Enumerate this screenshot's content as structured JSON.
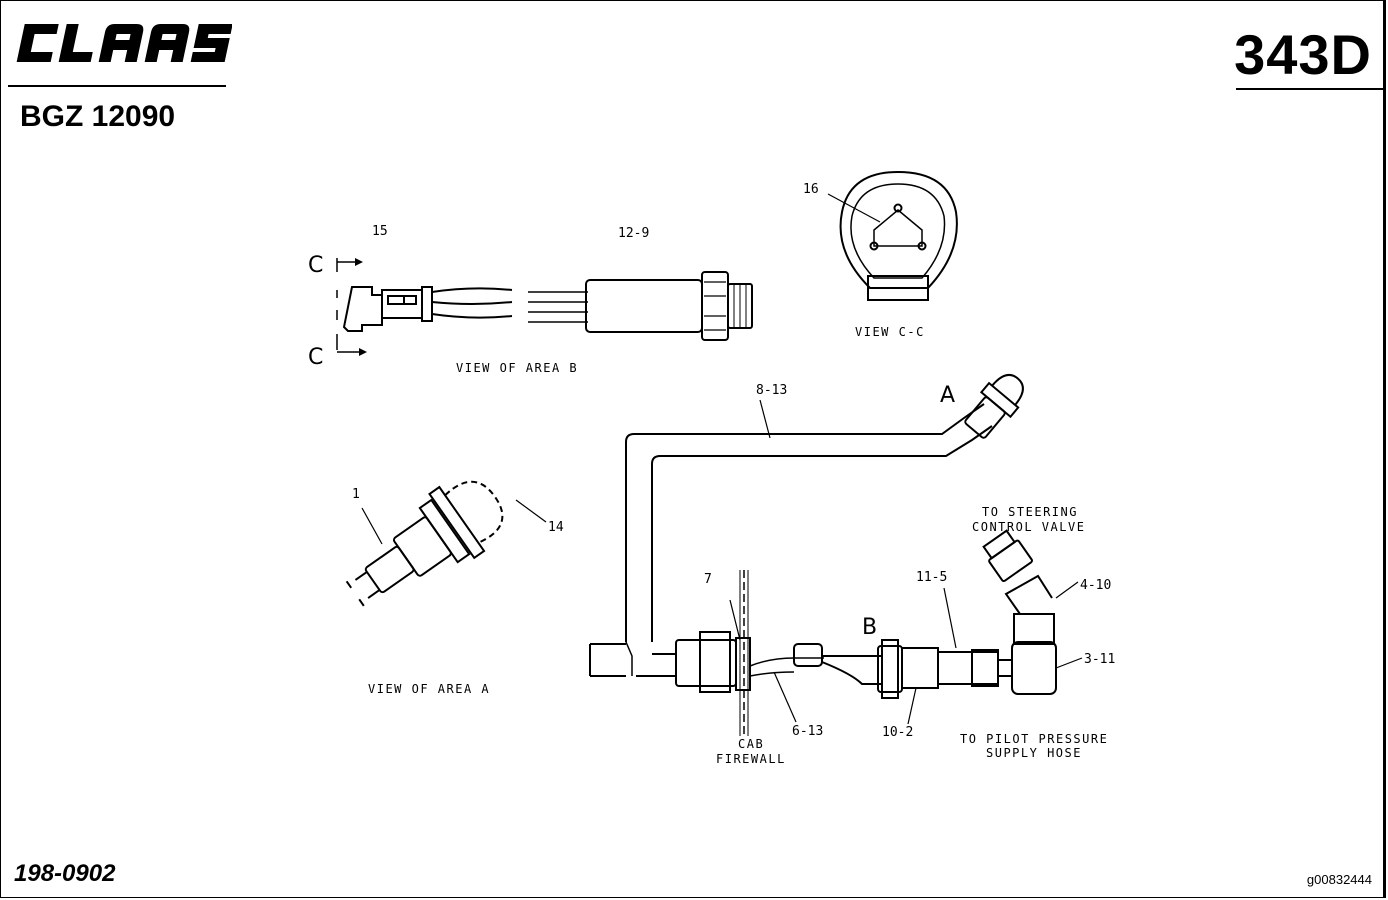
{
  "header": {
    "brand_text": "CLAAS",
    "model": "BGZ 12090",
    "page_code": "343D"
  },
  "footer": {
    "part_number": "198-0902",
    "image_id": "g00832444"
  },
  "diagram": {
    "callouts": {
      "c1": "1",
      "c14": "14",
      "c15": "15",
      "c16": "16",
      "c12_9": "12-9",
      "c8_13": "8-13",
      "c7": "7",
      "c6_13": "6-13",
      "c11_5": "11-5",
      "c10_2": "10-2",
      "c4_10": "4-10",
      "c3_11": "3-11"
    },
    "section_marks": {
      "c_top": "C",
      "c_bottom": "C",
      "a": "A",
      "b": "B"
    },
    "captions": {
      "view_area_b": "VIEW OF AREA B",
      "view_cc": "VIEW C-C",
      "view_area_a": "VIEW OF AREA A",
      "to_steering_1": "TO STEERING",
      "to_steering_2": "CONTROL VALVE",
      "cab_1": "CAB",
      "cab_2": "FIREWALL",
      "to_pilot_1": "TO PILOT PRESSURE",
      "to_pilot_2": "SUPPLY HOSE"
    }
  }
}
